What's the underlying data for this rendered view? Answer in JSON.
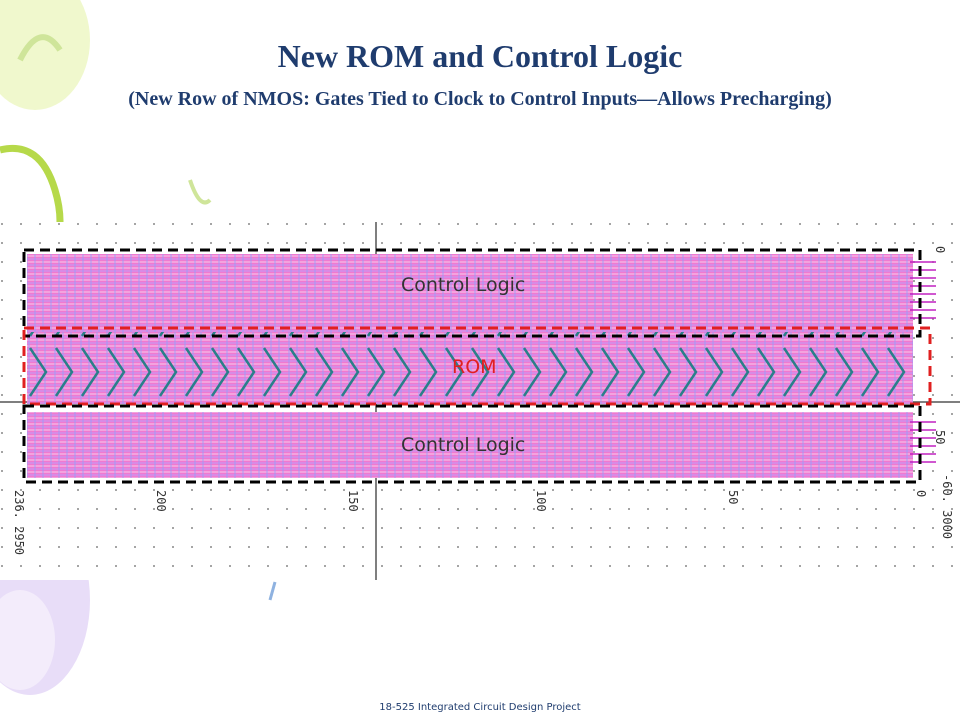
{
  "slide": {
    "title": "New ROM and Control Logic",
    "subtitle": "(New Row of NMOS: Gates Tied to Clock to Control Inputs—Allows Precharging)",
    "footer": "18-525 Integrated Circuit Design Project"
  },
  "layout_view": {
    "regions": [
      {
        "label": "Control Logic",
        "border_color": "#000000"
      },
      {
        "label": "ROM",
        "border_color": "#e02020"
      },
      {
        "label": "Control Logic",
        "border_color": "#000000"
      }
    ],
    "x_ticks": [
      "236. 2950",
      "200",
      "150",
      "100",
      "50",
      "0",
      "-60. 3000"
    ],
    "y_ticks": [
      "0",
      "50"
    ],
    "fill_color": "#f07ad0"
  }
}
